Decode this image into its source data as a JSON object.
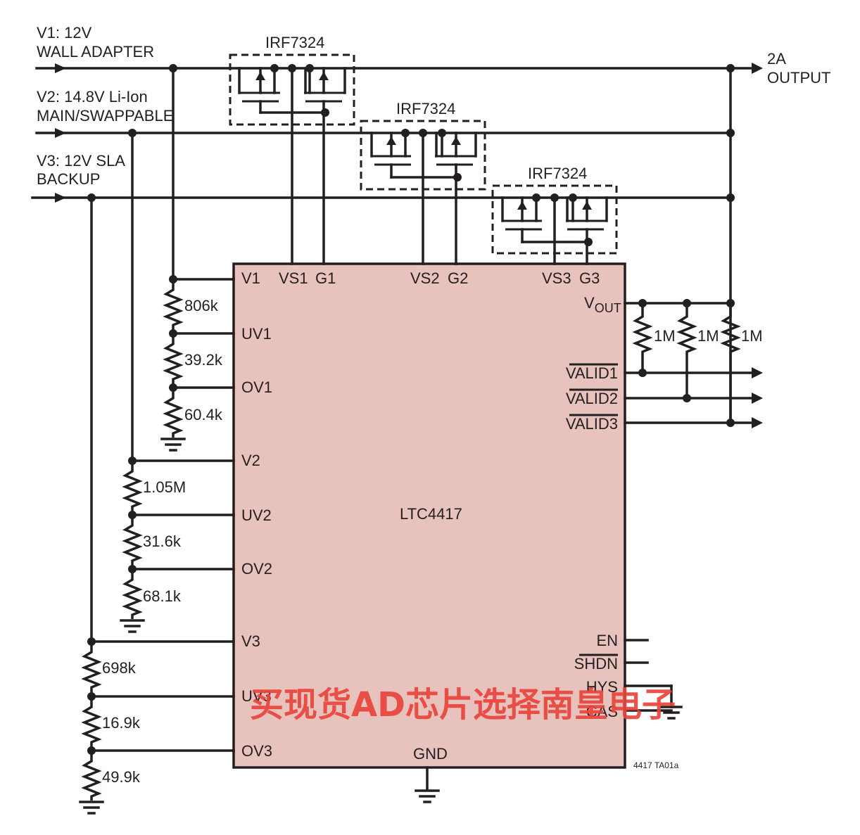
{
  "inputs": {
    "v1_line1": "V1: 12V",
    "v1_line2": "WALL ADAPTER",
    "v2_line1": "V2: 14.8V Li-Ion",
    "v2_line2": "MAIN/SWAPPABLE",
    "v3_line1": "V3: 12V SLA",
    "v3_line2": "BACKUP"
  },
  "output": {
    "line1": "2A",
    "line2": "OUTPUT"
  },
  "mosfets": [
    "IRF7324",
    "IRF7324",
    "IRF7324"
  ],
  "chip": {
    "name": "LTC4417",
    "pins_top": [
      "V1",
      "VS1",
      "G1",
      "VS2",
      "G2",
      "VS3",
      "G3"
    ],
    "pins_left": [
      "UV1",
      "OV1",
      "V2",
      "UV2",
      "OV2",
      "V3",
      "UV3",
      "OV3"
    ],
    "vout_main": "V",
    "vout_sub": "OUT",
    "pins_right": [
      "VALID1",
      "VALID2",
      "VALID3",
      "EN",
      "SHDN",
      "HYS",
      "CAS"
    ],
    "pin_bottom": "GND"
  },
  "resistors": {
    "r1_top": "806k",
    "r1_mid": "39.2k",
    "r1_bot": "60.4k",
    "r2_top": "1.05M",
    "r2_mid": "31.6k",
    "r2_bot": "68.1k",
    "r3_top": "698k",
    "r3_mid": "16.9k",
    "r3_bot": "49.9k",
    "pullups": [
      "1M",
      "1M",
      "1M"
    ]
  },
  "figure_id": "4417 TA01a",
  "watermark": "买现货AD芯片选择南皇电子",
  "colors": {
    "chip_fill": "#e8c3bd",
    "ink": "#231f20",
    "watermark": "#e8453c"
  }
}
